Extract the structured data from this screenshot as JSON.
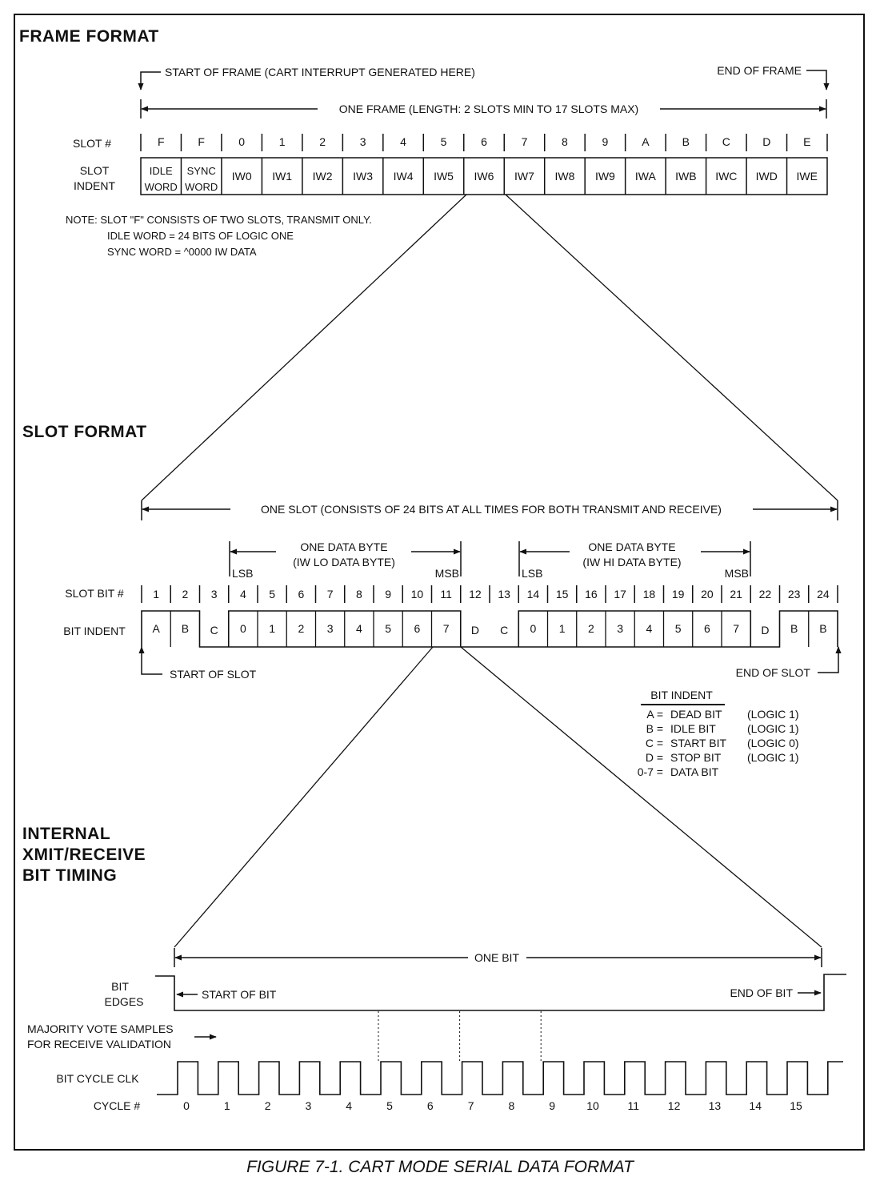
{
  "frame": {
    "heading": "FRAME FORMAT",
    "start_label": "START OF FRAME (CART INTERRUPT GENERATED HERE)",
    "end_label": "END OF FRAME",
    "span_label": "ONE  FRAME (LENGTH: 2 SLOTS MIN TO 17 SLOTS MAX)",
    "slot_num_label": "SLOT #",
    "slot_ident_label": [
      "SLOT",
      "INDENT"
    ],
    "slot_numbers": [
      "F",
      "F",
      "0",
      "1",
      "2",
      "3",
      "4",
      "5",
      "6",
      "7",
      "8",
      "9",
      "A",
      "B",
      "C",
      "D",
      "E"
    ],
    "slot_idents": [
      [
        "IDLE",
        "WORD"
      ],
      [
        "SYNC",
        "WORD"
      ],
      [
        "IW0"
      ],
      [
        "IW1"
      ],
      [
        "IW2"
      ],
      [
        "IW3"
      ],
      [
        "IW4"
      ],
      [
        "IW5"
      ],
      [
        "IW6"
      ],
      [
        "IW7"
      ],
      [
        "IW8"
      ],
      [
        "IW9"
      ],
      [
        "IWA"
      ],
      [
        "IWB"
      ],
      [
        "IWC"
      ],
      [
        "IWD"
      ],
      [
        "IWE"
      ]
    ],
    "notes": [
      "NOTE:  SLOT \"F\" CONSISTS OF TWO SLOTS, TRANSMIT ONLY.",
      "IDLE WORD = 24 BITS OF LOGIC ONE",
      "SYNC WORD = ^0000 IW DATA"
    ]
  },
  "slot": {
    "heading": "SLOT FORMAT",
    "span_label": "ONE  SLOT (CONSISTS OF 24 BITS AT ALL TIMES FOR BOTH TRANSMIT AND RECEIVE)",
    "byte_lo": [
      "ONE DATA BYTE",
      "(IW LO DATA BYTE)"
    ],
    "byte_hi": [
      "ONE DATA BYTE",
      "(IW HI DATA BYTE)"
    ],
    "lsb": "LSB",
    "msb": "MSB",
    "bit_num_label": "SLOT BIT #",
    "bit_ident_label": "BIT INDENT",
    "bit_numbers": [
      "1",
      "2",
      "3",
      "4",
      "5",
      "6",
      "7",
      "8",
      "9",
      "10",
      "11",
      "12",
      "13",
      "14",
      "15",
      "16",
      "17",
      "18",
      "19",
      "20",
      "21",
      "22",
      "23",
      "24"
    ],
    "bit_idents": [
      "A",
      "B",
      "C",
      "0",
      "1",
      "2",
      "3",
      "4",
      "5",
      "6",
      "7",
      "D",
      "C",
      "0",
      "1",
      "2",
      "3",
      "4",
      "5",
      "6",
      "7",
      "D",
      "B",
      "B"
    ],
    "start_label": "START OF SLOT",
    "end_label": "END OF SLOT",
    "legend": {
      "title": "BIT INDENT",
      "rows": [
        {
          "key": "A",
          "name": "DEAD BIT",
          "logic": "(LOGIC 1)"
        },
        {
          "key": "B",
          "name": "IDLE BIT",
          "logic": "(LOGIC 1)"
        },
        {
          "key": "C",
          "name": "START BIT",
          "logic": "(LOGIC 0)"
        },
        {
          "key": "D",
          "name": "STOP BIT",
          "logic": "(LOGIC 1)"
        },
        {
          "key": "0-7",
          "name": "DATA BIT",
          "logic": ""
        }
      ]
    }
  },
  "timing": {
    "heading": [
      "INTERNAL",
      "XMIT/RECEIVE",
      "BIT TIMING"
    ],
    "span_label": "ONE  BIT",
    "bit_edges_label": [
      "BIT",
      "EDGES"
    ],
    "start_label": "START OF BIT",
    "end_label": "END OF BIT",
    "vote_label": [
      "MAJORITY VOTE SAMPLES",
      "FOR RECEIVE VALIDATION"
    ],
    "clk_label": "BIT CYCLE CLK",
    "cycle_label": "CYCLE #",
    "cycle_numbers": [
      "0",
      "1",
      "2",
      "3",
      "4",
      "5",
      "6",
      "7",
      "8",
      "9",
      "10",
      "11",
      "12",
      "13",
      "14",
      "15"
    ],
    "sample_cycles": [
      "5",
      "7",
      "9"
    ]
  },
  "caption": "FIGURE 7-1.   CART MODE SERIAL DATA FORMAT"
}
